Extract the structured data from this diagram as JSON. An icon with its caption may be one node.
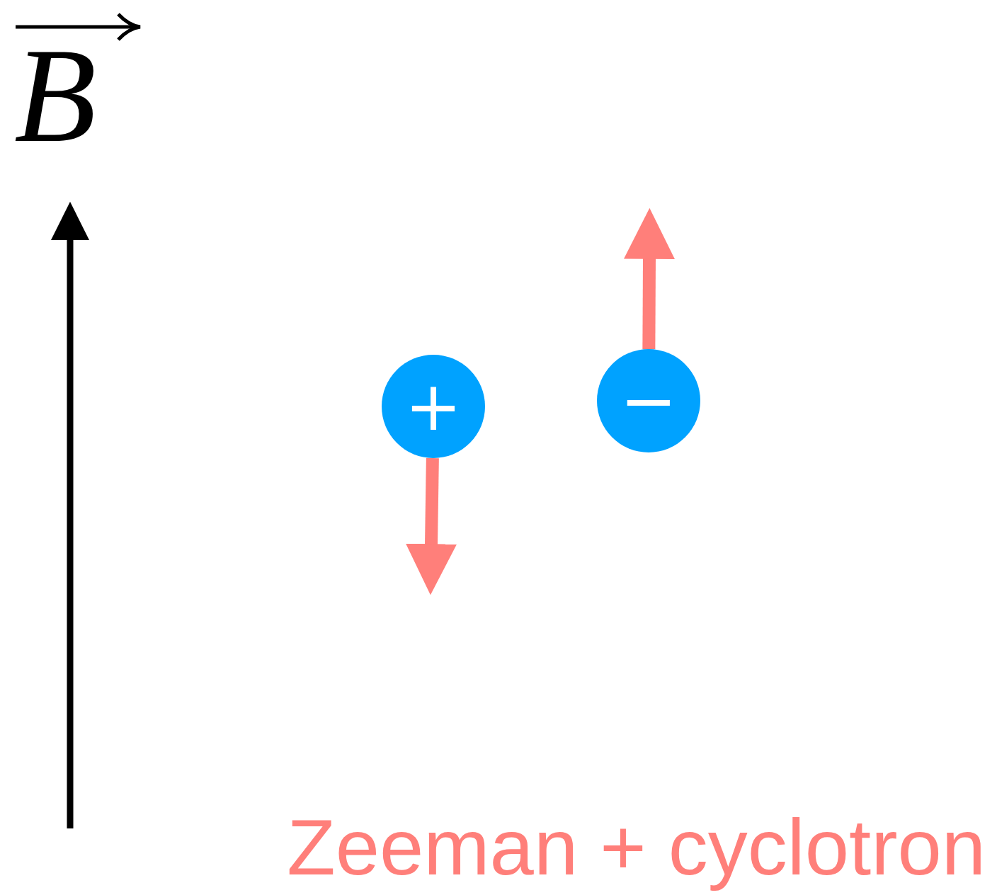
{
  "diagram": {
    "nodes": [
      {
        "text": [
          "+"
        ]
      },
      {
        "text": [
          "−"
        ]
      }
    ],
    "edges": [
      {
        "from": 0,
        "to": null,
        "arrow": "to"
      },
      {
        "from": 1,
        "to": null,
        "arrow": "to"
      }
    ],
    "labels": [
      "B",
      "Zeeman + cyclotron"
    ]
  }
}
